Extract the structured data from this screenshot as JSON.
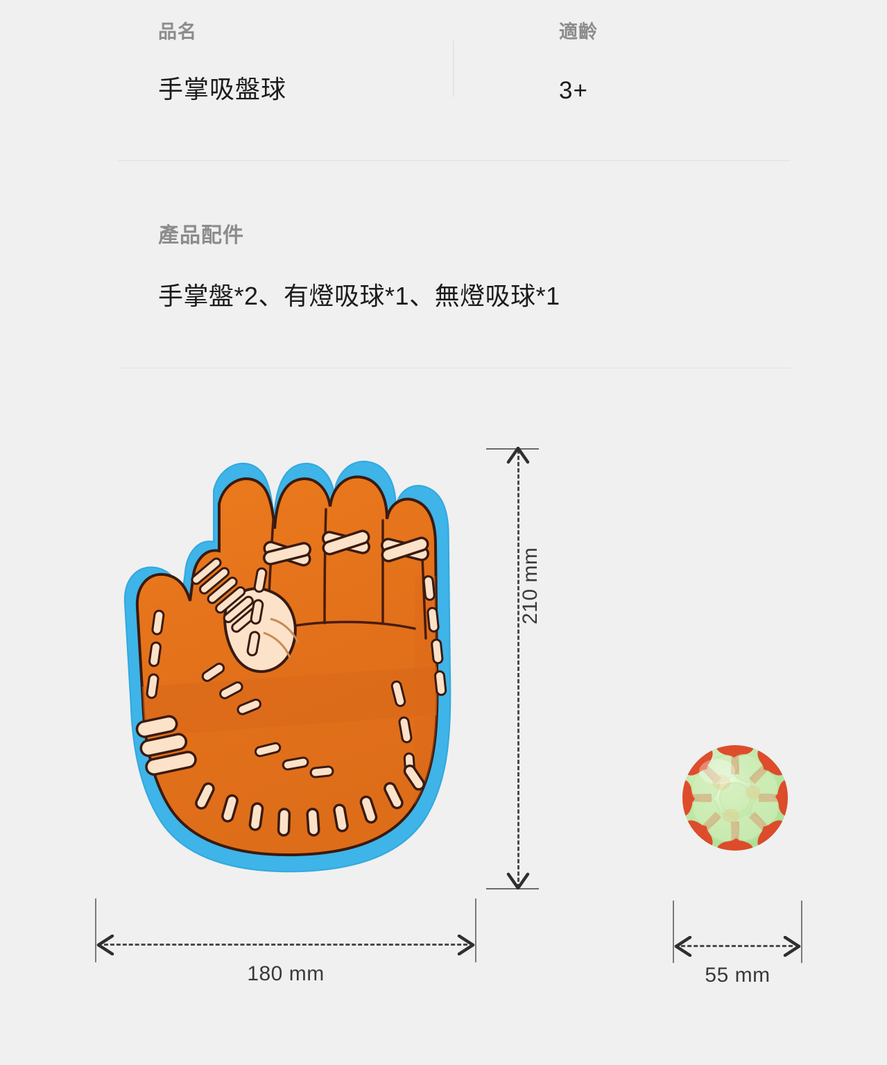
{
  "spec": {
    "rows": [
      {
        "label": "品名",
        "value": "手掌吸盤球"
      },
      {
        "label": "適齡",
        "value": "3+"
      }
    ]
  },
  "accessories": {
    "title": "產品配件",
    "text": "手掌盤*2、有燈吸球*1、無燈吸球*1"
  },
  "illustration": {
    "glove": {
      "name": "baseball-glove-palm-disc",
      "colors": {
        "border": "#3eb4e8",
        "body": "#e8761e",
        "body_shade": "#d96a18",
        "stitch": "#fbe2c8",
        "outline": "#3a1a10"
      }
    },
    "ball": {
      "name": "suction-cup-ball",
      "colors": {
        "body": "#b9e6a8",
        "cup": "#e23b1e",
        "highlight": "#e8f7de"
      }
    }
  },
  "dimensions": {
    "glove_height": "210 mm",
    "glove_width": "180 mm",
    "ball_width": "55 mm"
  }
}
